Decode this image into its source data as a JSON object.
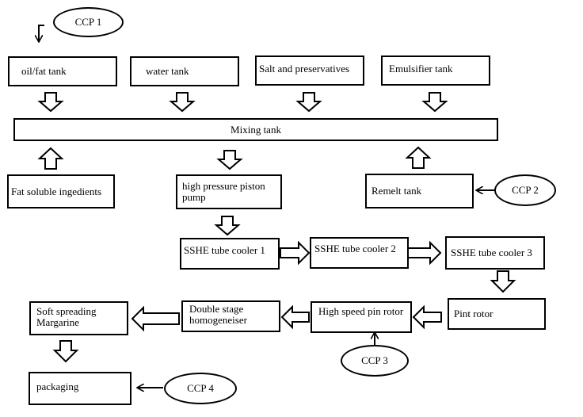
{
  "boxes": {
    "oil_fat_tank": "oil/fat tank",
    "water_tank": "water tank",
    "salt_preservatives": "Salt and preservatives",
    "emulsifier_tank": "Emulsifier tank",
    "mixing_tank": "Mixing tank",
    "fat_soluble": "Fat soluble ingedients",
    "hp_piston_pump": "high pressure piston pump",
    "remelt_tank": "Remelt tank",
    "sshe_1": "SSHE tube cooler 1",
    "sshe_2": "SSHE tube cooler 2",
    "sshe_3": "SSHE tube cooler 3",
    "pint_rotor": "Pint rotor",
    "high_speed_pin_rotor": "High speed pin rotor",
    "double_stage_homogeniser": "Double stage homogeneiser",
    "soft_spreading_margarine": "Soft spreading Margarine",
    "packaging": "packaging"
  },
  "ccp": {
    "ccp1": "CCP 1",
    "ccp2": "CCP 2",
    "ccp3": "CCP 3",
    "ccp4": "CCP 4"
  }
}
